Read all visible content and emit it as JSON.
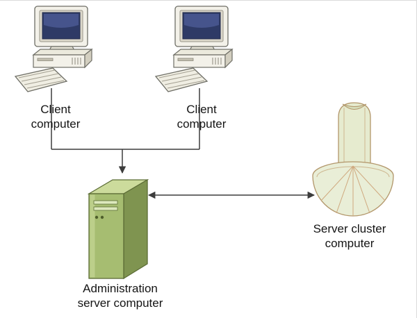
{
  "diagram": {
    "type": "network-architecture-diagram",
    "background": "#ffffff",
    "nodes": {
      "client_left": {
        "label": "Client computer",
        "icon": "desktop-computer-icon"
      },
      "client_right": {
        "label": "Client computer",
        "icon": "desktop-computer-icon"
      },
      "admin_server": {
        "label": "Administration server computer",
        "icon": "server-tower-icon"
      },
      "server_cluster": {
        "label": "Server cluster computer",
        "icon": "server-cluster-icon"
      }
    },
    "connections": [
      {
        "from": "client_left",
        "to": "admin_server",
        "style": "elbow",
        "arrow": "end"
      },
      {
        "from": "client_right",
        "to": "admin_server",
        "style": "elbow",
        "arrow": "end"
      },
      {
        "from": "admin_server",
        "to": "server_cluster",
        "style": "straight",
        "arrow": "both"
      }
    ],
    "colors": {
      "connector": "#3c3c3c",
      "label_text": "#141414",
      "server_green": "#a6bd71",
      "server_green_dark": "#7f9450",
      "server_green_light": "#ccdb9c",
      "cluster_fill": "#e9eed7",
      "cluster_outline": "#b2966a",
      "monitor_screen_blue": "#2e3a66",
      "computer_beige": "#f3f1e9"
    }
  }
}
